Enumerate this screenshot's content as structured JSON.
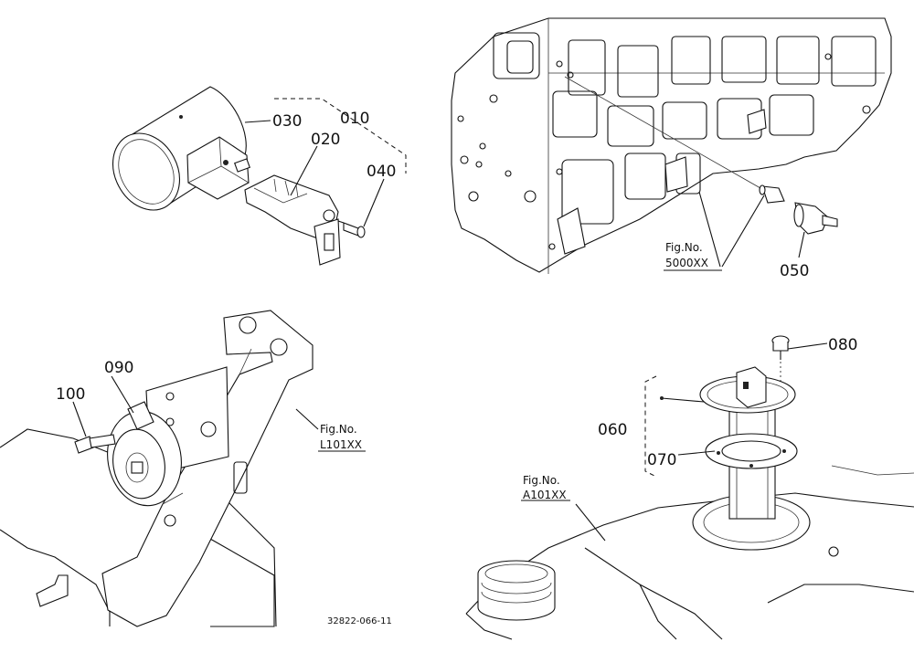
{
  "callouts": {
    "p010": "010",
    "p020": "020",
    "p030": "030",
    "p040": "040",
    "p050": "050",
    "p060": "060",
    "p070": "070",
    "p080": "080",
    "p090": "090",
    "p100": "100"
  },
  "figrefs": {
    "engine": {
      "line1": "Fig.No.",
      "line2": "5000XX"
    },
    "frame": {
      "line1": "Fig.No.",
      "line2": "L101XX"
    },
    "tank": {
      "line1": "Fig.No.",
      "line2": "A101XX"
    }
  },
  "drawing_code": "32822-066-11"
}
